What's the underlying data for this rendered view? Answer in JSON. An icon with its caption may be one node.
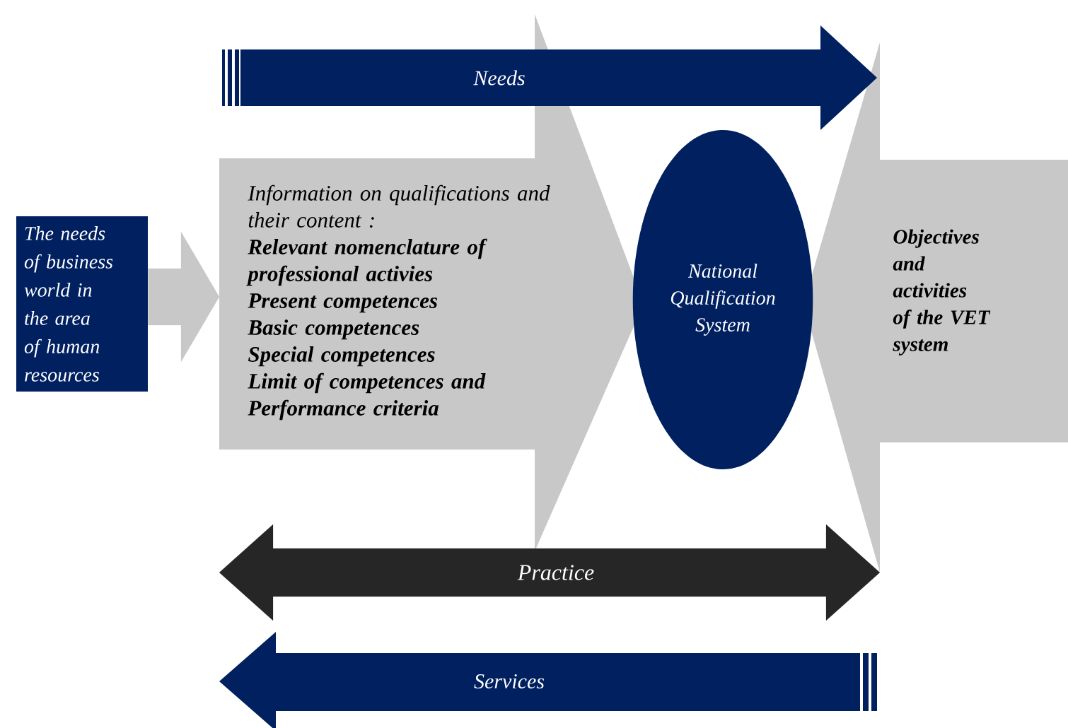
{
  "diagram": {
    "nodes": [
      {
        "text": [
          "The needs of business world in the area of human resources"
        ]
      },
      {
        "text": [
          "Information on qualifications and their content :",
          "Relevant nomenclature of professional activies",
          "Present competences",
          "Basic competences",
          "Special competences",
          "Limit of competences and Performance criteria"
        ]
      },
      {
        "text": [
          "National Qualification System"
        ]
      },
      {
        "text": [
          "Objectives and activities of the VET system"
        ]
      },
      {
        "text": [
          "Needs"
        ]
      },
      {
        "text": [
          "Services"
        ]
      }
    ],
    "edges": [
      {
        "from": 0,
        "to": 1,
        "arrow": "to"
      },
      {
        "from": 1,
        "to": 3,
        "arrow": "both",
        "label": "Practice",
        "color": "#262626"
      }
    ]
  }
}
